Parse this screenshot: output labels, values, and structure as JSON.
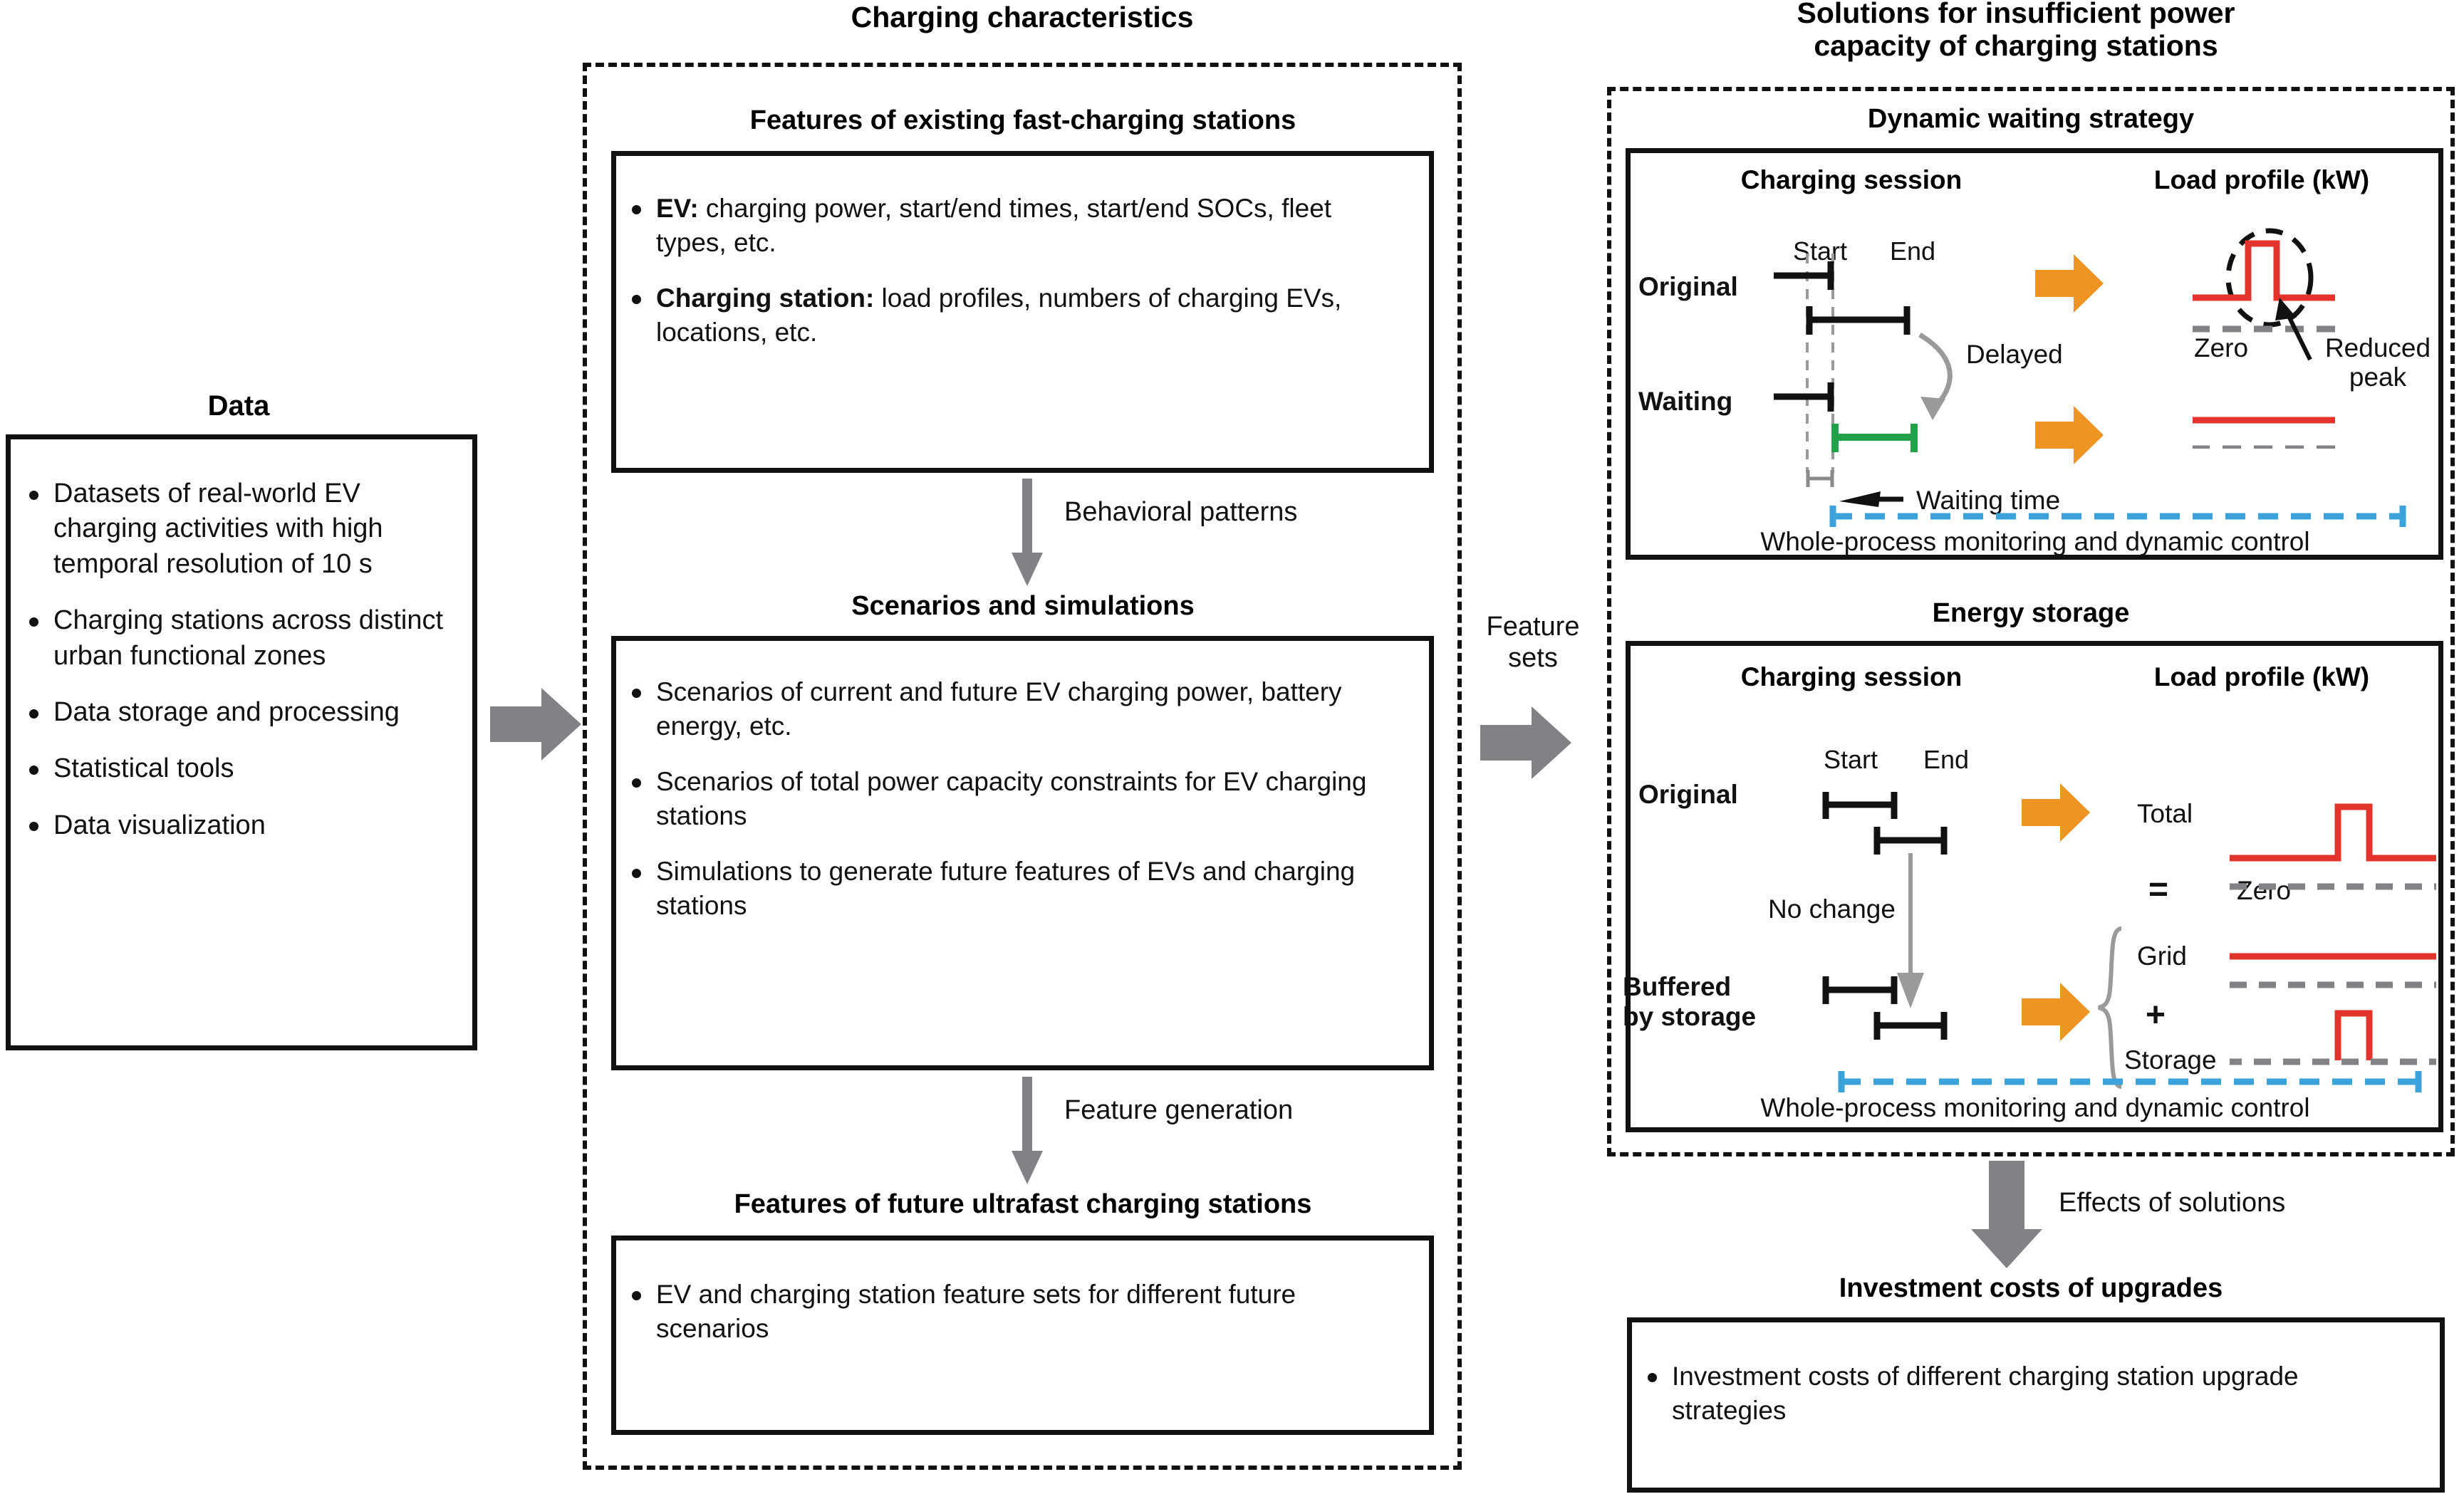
{
  "left": {
    "title": "Data",
    "items": [
      "Datasets of real-world EV charging activities with high temporal resolution of 10 s",
      "Charging stations across distinct urban functional zones",
      "Data storage and processing",
      "Statistical tools",
      "Data visualization"
    ]
  },
  "connectors": {
    "data_to_middle": "arrow-right-gray-icon",
    "feature_sets_label_line1": "Feature",
    "feature_sets_label_line2": "sets",
    "behavioral_patterns": "Behavioral patterns",
    "feature_generation": "Feature generation",
    "effects_of_solutions": "Effects of solutions"
  },
  "middle": {
    "title": "Charging characteristics",
    "block1": {
      "heading": "Features of existing fast-charging stations",
      "items": [
        {
          "bold": "EV:",
          "rest": " charging power, start/end times, start/end SOCs, fleet types, etc."
        },
        {
          "bold": "Charging station:",
          "rest": " load profiles, numbers of charging EVs, locations, etc."
        }
      ]
    },
    "block2": {
      "heading": "Scenarios and simulations",
      "items": [
        "Scenarios of current and future EV charging power, battery energy, etc.",
        "Scenarios of total power capacity constraints for EV charging stations",
        "Simulations to generate future features of EVs and charging stations"
      ]
    },
    "block3": {
      "heading": "Features of future ultrafast charging stations",
      "items": [
        "EV and charging station feature sets for different future scenarios"
      ]
    }
  },
  "right": {
    "title_line1": "Solutions for insufficient power",
    "title_line2": "capacity of charging stations",
    "panel1": {
      "heading": "Dynamic waiting strategy",
      "col1_heading": "Charging session",
      "col2_heading": "Load profile (kW)",
      "start_label": "Start",
      "end_label": "End",
      "row1_label": "Original",
      "row2_label": "Waiting",
      "delayed_label": "Delayed",
      "waiting_time_label": "Waiting time",
      "zero_label": "Zero",
      "reduced_peak_line1": "Reduced",
      "reduced_peak_line2": "peak",
      "footer": "Whole-process monitoring and dynamic control"
    },
    "panel2": {
      "heading": "Energy storage",
      "col1_heading": "Charging session",
      "col2_heading": "Load profile (kW)",
      "start_label": "Start",
      "end_label": "End",
      "row1_label": "Original",
      "row2_label_line1": "Buffered",
      "row2_label_line2": "by storage",
      "no_change_label": "No change",
      "total_label": "Total",
      "zero_label": "Zero",
      "equals_symbol": "=",
      "grid_label": "Grid",
      "plus_symbol": "+",
      "storage_label": "Storage",
      "footer": "Whole-process monitoring and dynamic control"
    },
    "bottom": {
      "heading": "Investment costs of upgrades",
      "items": [
        "Investment costs of different charging station upgrade strategies"
      ]
    }
  },
  "colors": {
    "orange_arrow": "#EE9422",
    "red_profile": "#E3342C",
    "green_bar": "#22A04A",
    "blue_dash": "#3BA3DA",
    "gray_arrow": "#808285",
    "gray_dash": "#808285",
    "black": "#111111"
  }
}
